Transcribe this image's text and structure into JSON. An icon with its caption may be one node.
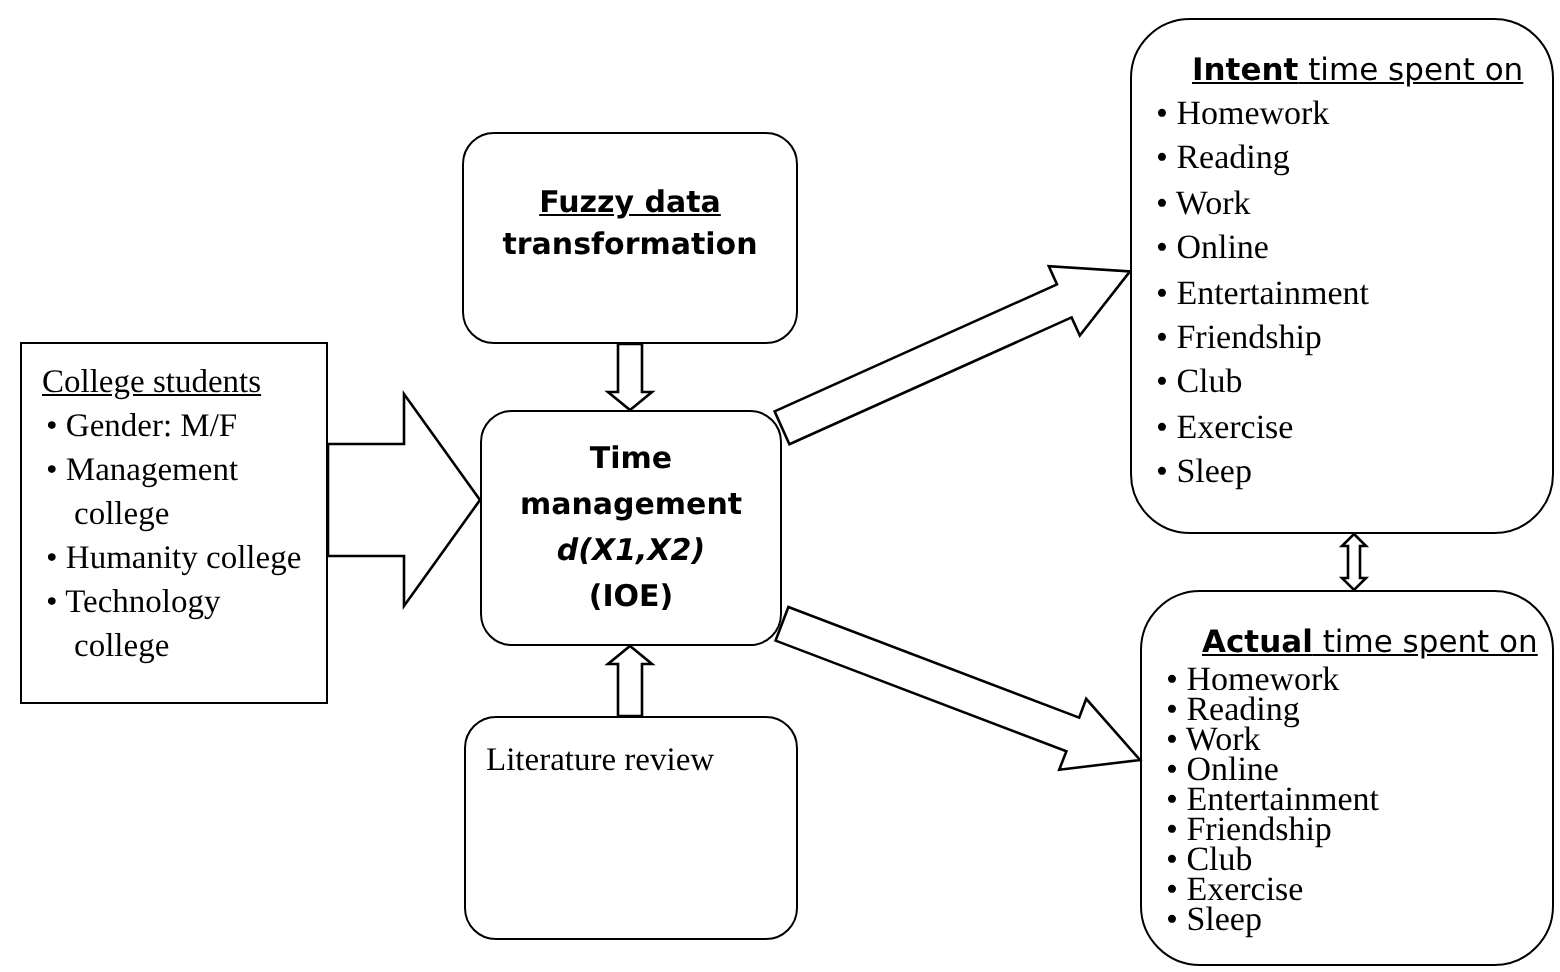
{
  "diagram": {
    "nodes": [
      {
        "text": [
          "College students",
          "• Gender: M/F",
          "• Management college",
          "• Humanity college",
          "• Technology college"
        ]
      },
      {
        "text": [
          "Fuzzy data",
          "transformation"
        ]
      },
      {
        "text": [
          "Time management",
          "d(X1,X2)",
          "(IOE)"
        ]
      },
      {
        "text": [
          "Literature review"
        ]
      },
      {
        "text": [
          "**Intent** time spent on",
          "• Homework",
          "• Reading",
          "• Work",
          "• Online",
          "• Entertainment",
          "• Friendship",
          "• Club",
          "• Exercise",
          "• Sleep"
        ]
      },
      {
        "text": [
          "**Actual** time spent on",
          "• Homework",
          "• Reading",
          "• Work",
          "• Online",
          "• Entertainment",
          "• Friendship",
          "• Club",
          "• Exercise",
          "• Sleep"
        ]
      }
    ],
    "edges": [
      {
        "from": 0,
        "to": 2,
        "arrow": "to"
      },
      {
        "from": 1,
        "to": 2,
        "arrow": "to"
      },
      {
        "from": 3,
        "to": 2,
        "arrow": "to"
      },
      {
        "from": 2,
        "to": 4,
        "arrow": "to"
      },
      {
        "from": 2,
        "to": 5,
        "arrow": "to"
      },
      {
        "from": 4,
        "to": 5,
        "arrow": "both"
      }
    ]
  }
}
